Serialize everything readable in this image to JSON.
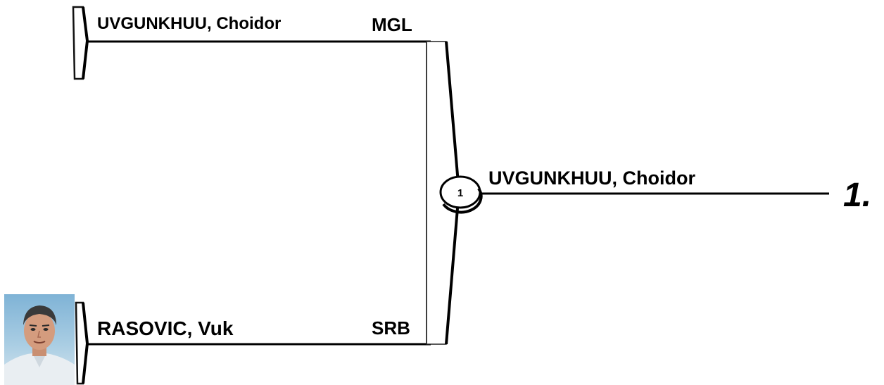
{
  "bracket": {
    "top_player": {
      "name": "UVGUNKHUU, Choidor",
      "country": "MGL"
    },
    "bottom_player": {
      "name": "RASOVIC, Vuk",
      "country": "SRB"
    },
    "match_number": "1",
    "winner": {
      "name": "UVGUNKHUU, Choidor"
    },
    "placement": "1."
  }
}
